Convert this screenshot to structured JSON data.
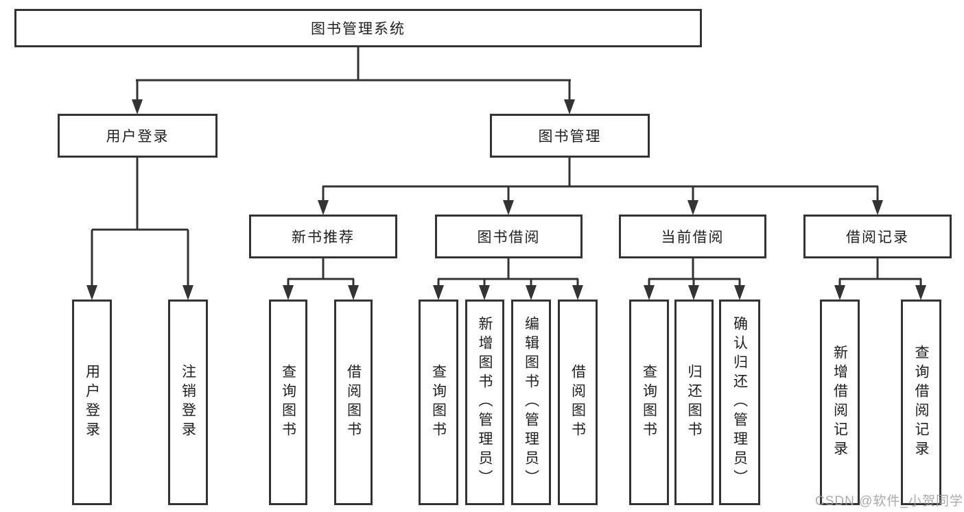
{
  "tree": {
    "root": {
      "label": "图书管理系统"
    },
    "branches": [
      {
        "label": "用户登录",
        "children": [
          {
            "label": "用户登录"
          },
          {
            "label": "注销登录"
          }
        ]
      },
      {
        "label": "图书管理",
        "groups": [
          {
            "label": "新书推荐",
            "children": [
              {
                "label": "查询图书"
              },
              {
                "label": "借阅图书"
              }
            ]
          },
          {
            "label": "图书借阅",
            "children": [
              {
                "label": "查询图书"
              },
              {
                "label": "新增图书（管理员）"
              },
              {
                "label": "编辑图书（管理员）"
              },
              {
                "label": "借阅图书"
              }
            ]
          },
          {
            "label": "当前借阅",
            "children": [
              {
                "label": "查询图书"
              },
              {
                "label": "归还图书"
              },
              {
                "label": "确认归还（管理员）"
              }
            ]
          },
          {
            "label": "借阅记录",
            "children": [
              {
                "label": "新增借阅记录"
              },
              {
                "label": "查询借阅记录"
              }
            ]
          }
        ]
      }
    ]
  },
  "watermark": {
    "text": "CSDN @软件_小贺同学"
  },
  "colors": {
    "line": "#333336",
    "background": "#ffffff",
    "watermark": "#9e9e9e"
  }
}
